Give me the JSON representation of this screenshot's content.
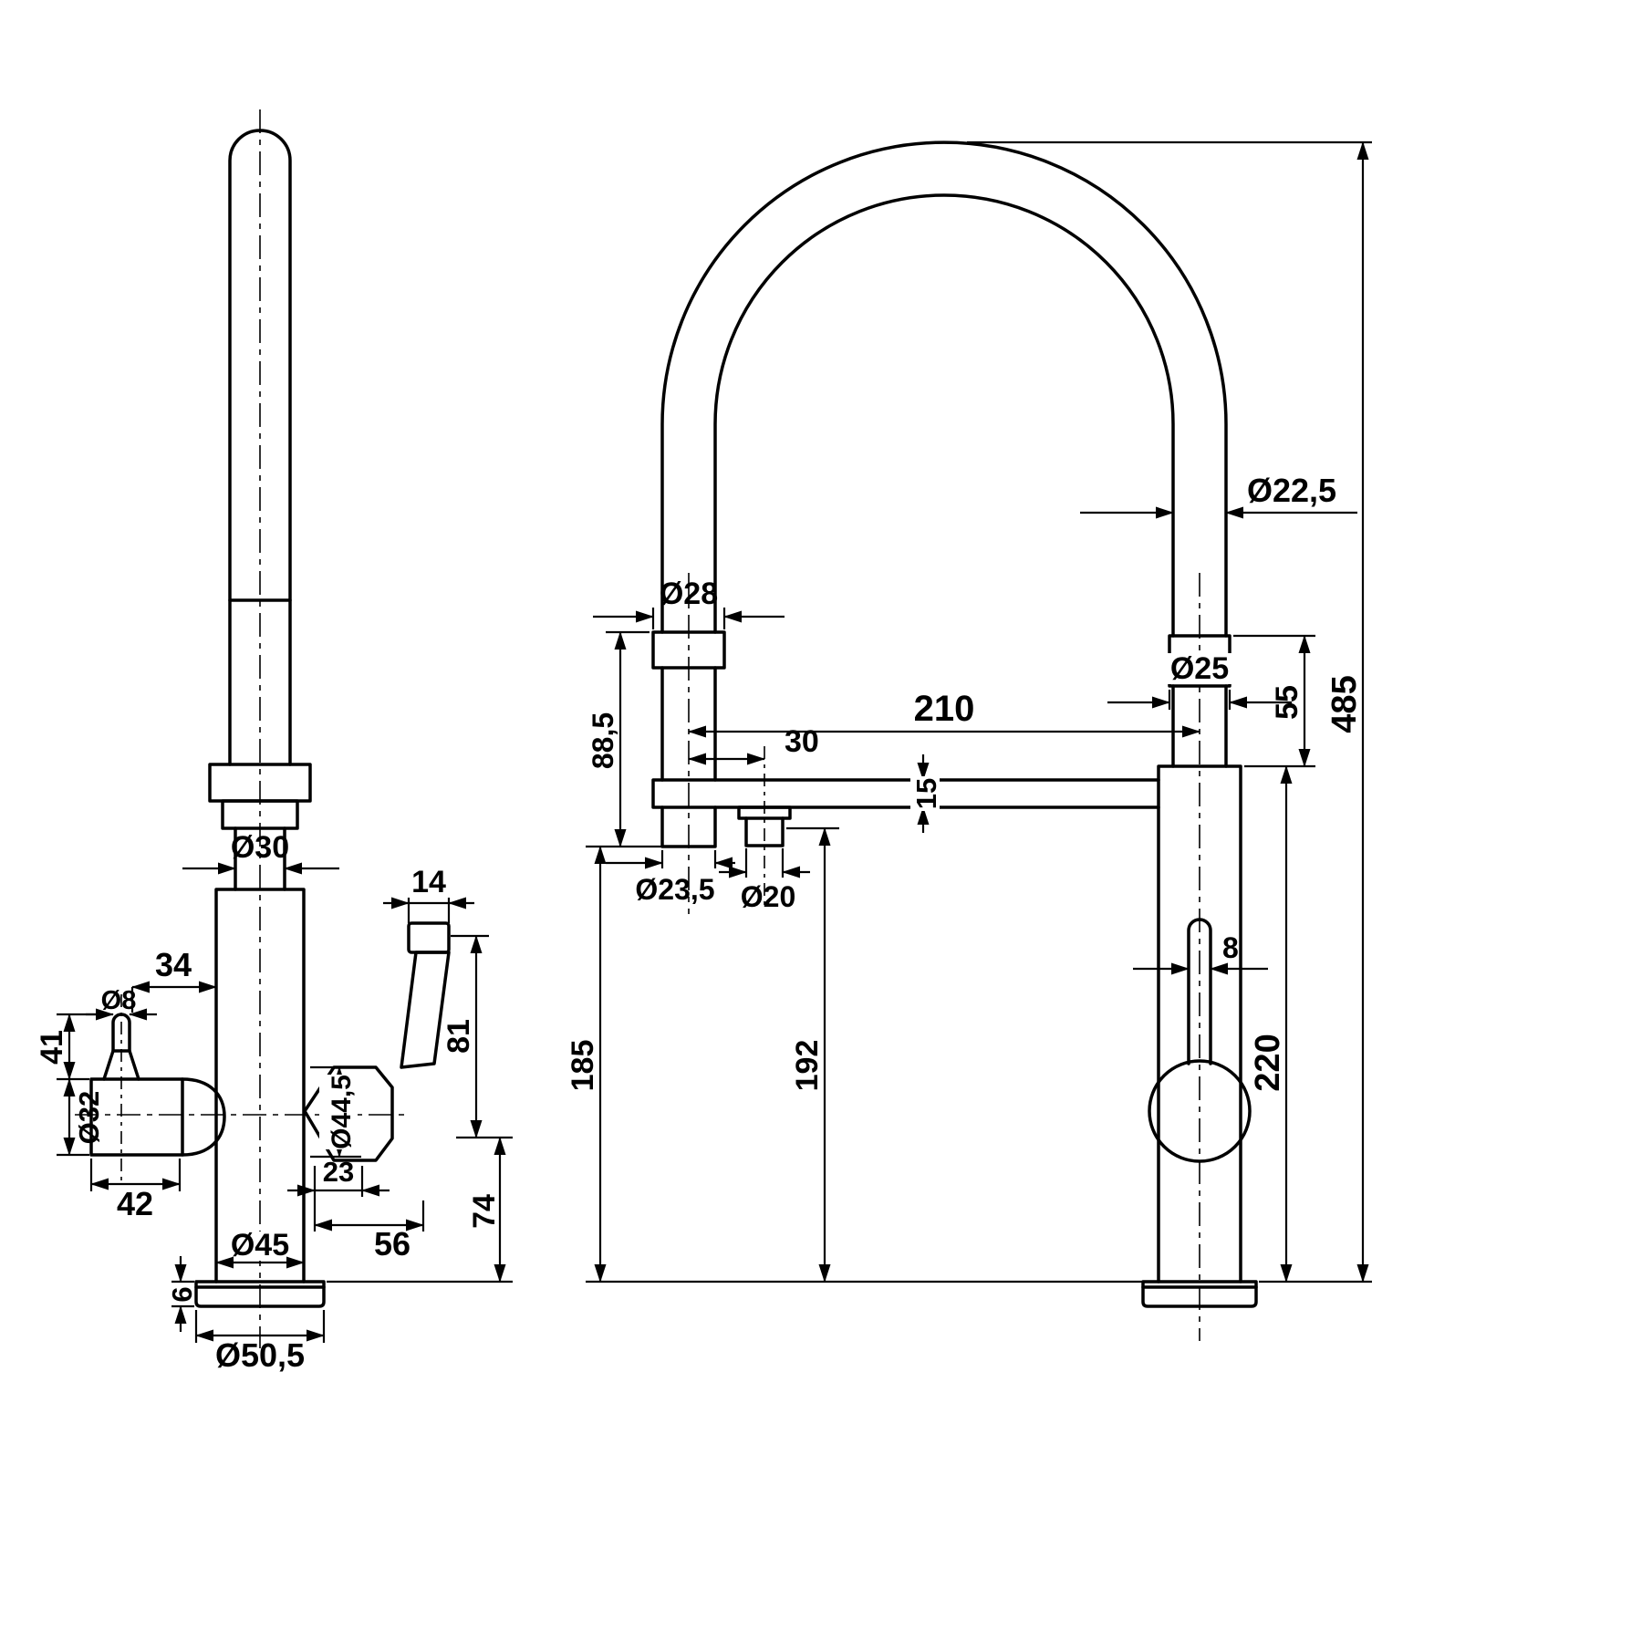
{
  "page": {
    "background_color": "#ffffff",
    "line_color": "#000000"
  },
  "left_view": {
    "dims": {
      "spout_neck": "Ø30",
      "handle_cap_width": "14",
      "lever_offset": "34",
      "lever_tip": "Ø8",
      "lever_height": "41",
      "valve_body": "Ø32",
      "valve_length": "42",
      "cone_offset": "23",
      "handle_reach": "56",
      "cone_diameter": "Ø44,5",
      "handle_height": "81",
      "pivot_height": "74",
      "body_diameter": "Ø45",
      "base_height": "6",
      "base_diameter": "Ø50,5"
    }
  },
  "right_view": {
    "dims": {
      "hose_diameter": "Ø22,5",
      "left_collar": "Ø28",
      "right_collar": "Ø25",
      "collar_height": "55",
      "total_height": "485",
      "leg_spacing": "210",
      "nipple_offset": "30",
      "collar_drop": "88,5",
      "bar_thickness": "15",
      "hose_end": "Ø23,5",
      "nipple_diameter": "Ø20",
      "hose_end_to_base": "185",
      "bar_to_base": "192",
      "body_height": "220",
      "stick_diameter": "8"
    }
  }
}
